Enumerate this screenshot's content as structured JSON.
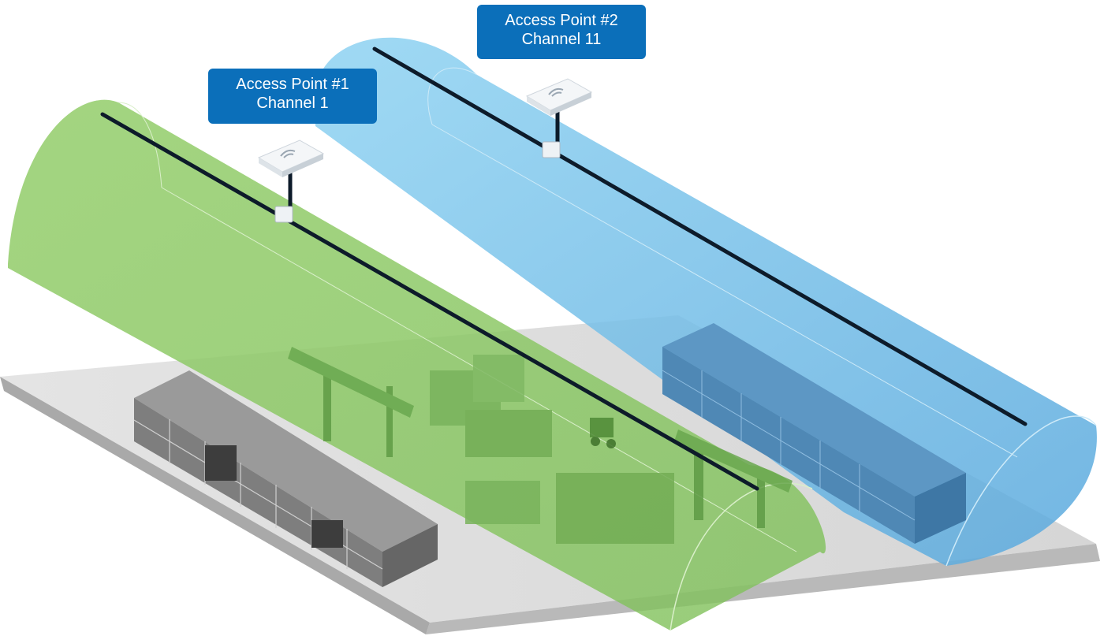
{
  "access_points": [
    {
      "name": "Access Point #1",
      "channel": "Channel 1",
      "color": "#8cc66a"
    },
    {
      "name": "Access Point #2",
      "channel": "Channel 11",
      "color": "#7cc6ea"
    }
  ],
  "label_color": "#0b6fba",
  "icons": [
    "wifi-access-point-icon",
    "cable-junction-icon",
    "forklift-icon",
    "gantry-crane-icon"
  ]
}
